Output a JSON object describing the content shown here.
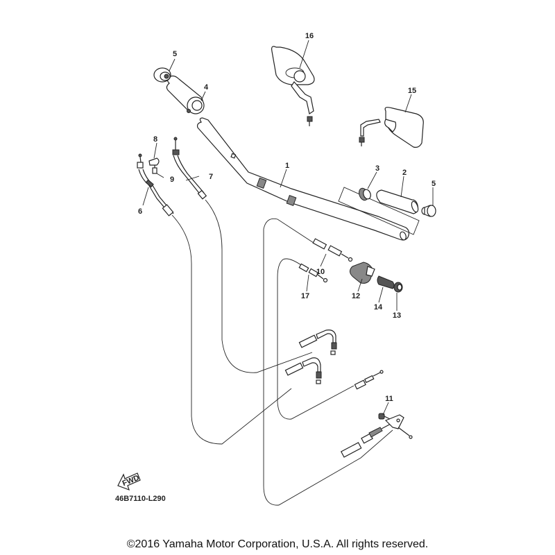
{
  "diagram": {
    "title": "Handlebar & Cable",
    "drawing_code": "46B7110-L290",
    "fwd_badge": "FWD",
    "callouts": [
      {
        "id": "1",
        "part": "handlebar"
      },
      {
        "id": "2",
        "part": "grip"
      },
      {
        "id": "3",
        "part": "grip-end-collar"
      },
      {
        "id": "4",
        "part": "throttle-grip"
      },
      {
        "id": "5",
        "part": "grip-end"
      },
      {
        "id": "5",
        "part": "grip-end"
      },
      {
        "id": "6",
        "part": "clutch-cable"
      },
      {
        "id": "7",
        "part": "throttle-cable"
      },
      {
        "id": "8",
        "part": "clip"
      },
      {
        "id": "9",
        "part": "screw"
      },
      {
        "id": "10",
        "part": "cable"
      },
      {
        "id": "11",
        "part": "bolt"
      },
      {
        "id": "12",
        "part": "boot"
      },
      {
        "id": "13",
        "part": "washer"
      },
      {
        "id": "14",
        "part": "adjuster"
      },
      {
        "id": "15",
        "part": "right-mirror"
      },
      {
        "id": "16",
        "part": "left-mirror"
      },
      {
        "id": "17",
        "part": "cable"
      }
    ]
  },
  "footer": {
    "copyright": "©2016 Yamaha Motor Corporation, U.S.A. All rights reserved."
  }
}
